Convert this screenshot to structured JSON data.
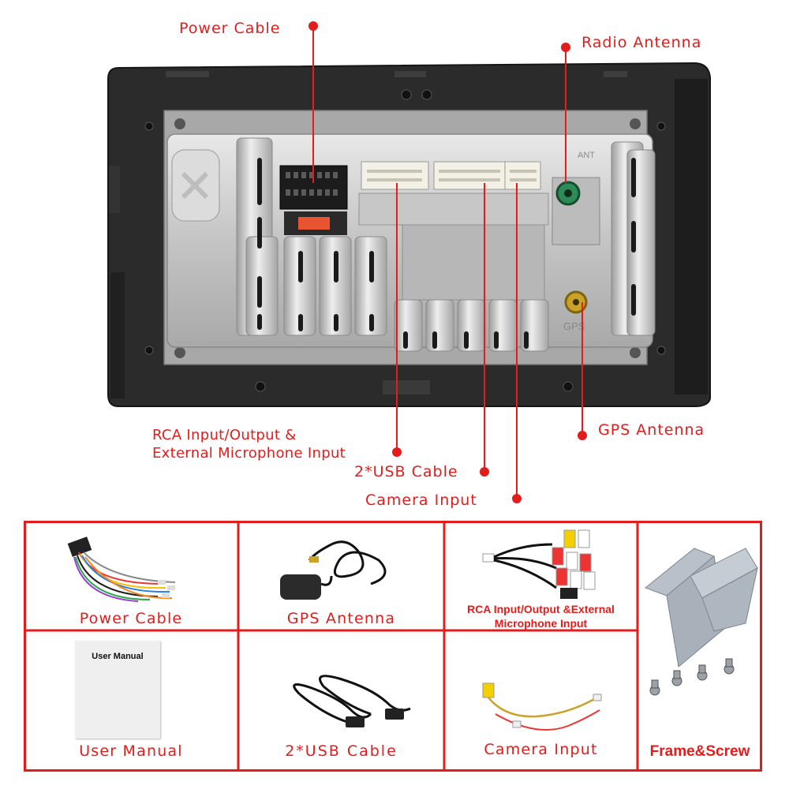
{
  "callouts": {
    "power_cable": "Power Cable",
    "radio_antenna": "Radio Antenna",
    "rca_line1": "RCA Input/Output &",
    "rca_line2": "External Microphone Input",
    "gps_antenna": "GPS Antenna",
    "usb_cable": "2*USB Cable",
    "camera_input": "Camera Input"
  },
  "unit_markings": {
    "ant": "ANT",
    "gps": "GPS"
  },
  "accessories": {
    "power_cable": "Power Cable",
    "gps_antenna": "GPS Antenna",
    "rca_line1": "RCA Input/Output &External",
    "rca_line2": "Microphone Input",
    "user_manual": "User Manual",
    "manual_cover": "User Manual",
    "usb_cable": "2*USB Cable",
    "camera_input": "Camera Input",
    "frame_screw": "Frame&Screw"
  },
  "colors": {
    "accent": "#e31c1c",
    "bezel": "#2b2b2b",
    "chassis": "#c9c9c9",
    "port_green": "#2e8b57",
    "port_gold": "#c9a227"
  }
}
